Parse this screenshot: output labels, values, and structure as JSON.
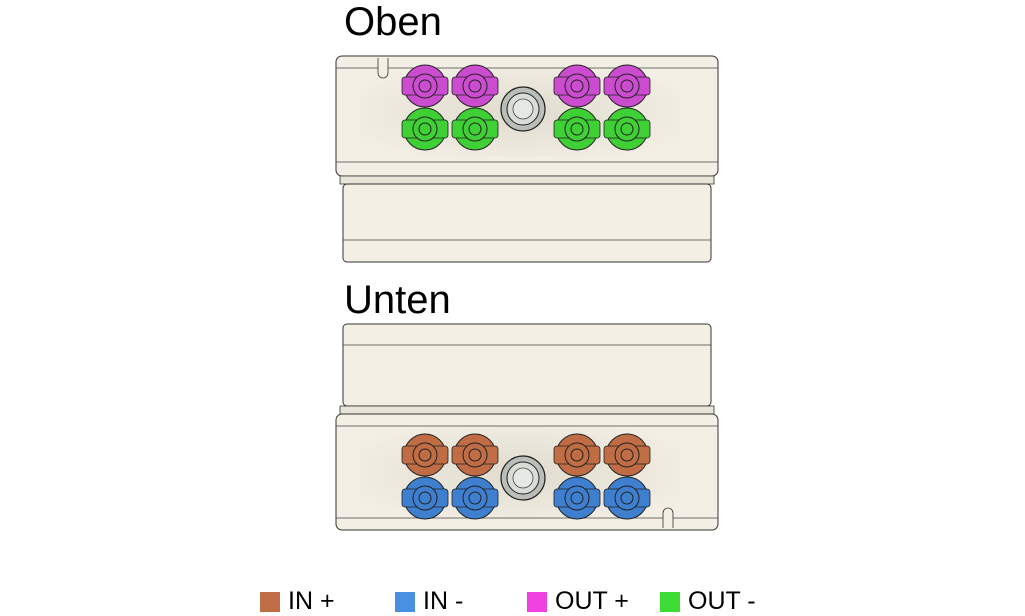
{
  "views": [
    {
      "title": "Oben",
      "row_top": "out_plus",
      "row_bottom": "out_minus",
      "orientation": "top"
    },
    {
      "title": "Unten",
      "row_top": "in_plus",
      "row_bottom": "in_minus",
      "orientation": "bottom"
    }
  ],
  "legend": [
    {
      "key": "in_plus",
      "label": "IN +",
      "color": "#c06d45"
    },
    {
      "key": "in_minus",
      "label": "IN -",
      "color": "#4a90e2"
    },
    {
      "key": "out_plus",
      "label": "OUT +",
      "color": "#f040e0"
    },
    {
      "key": "out_minus",
      "label": "OUT -",
      "color": "#3ddc35"
    }
  ],
  "colors": {
    "in_plus": "#c06d45",
    "in_minus": "#3f7fd0",
    "out_plus": "#cc4cd0",
    "out_minus": "#3fd035",
    "housing": "#f1ede2",
    "gland": "#d8ddd6"
  }
}
